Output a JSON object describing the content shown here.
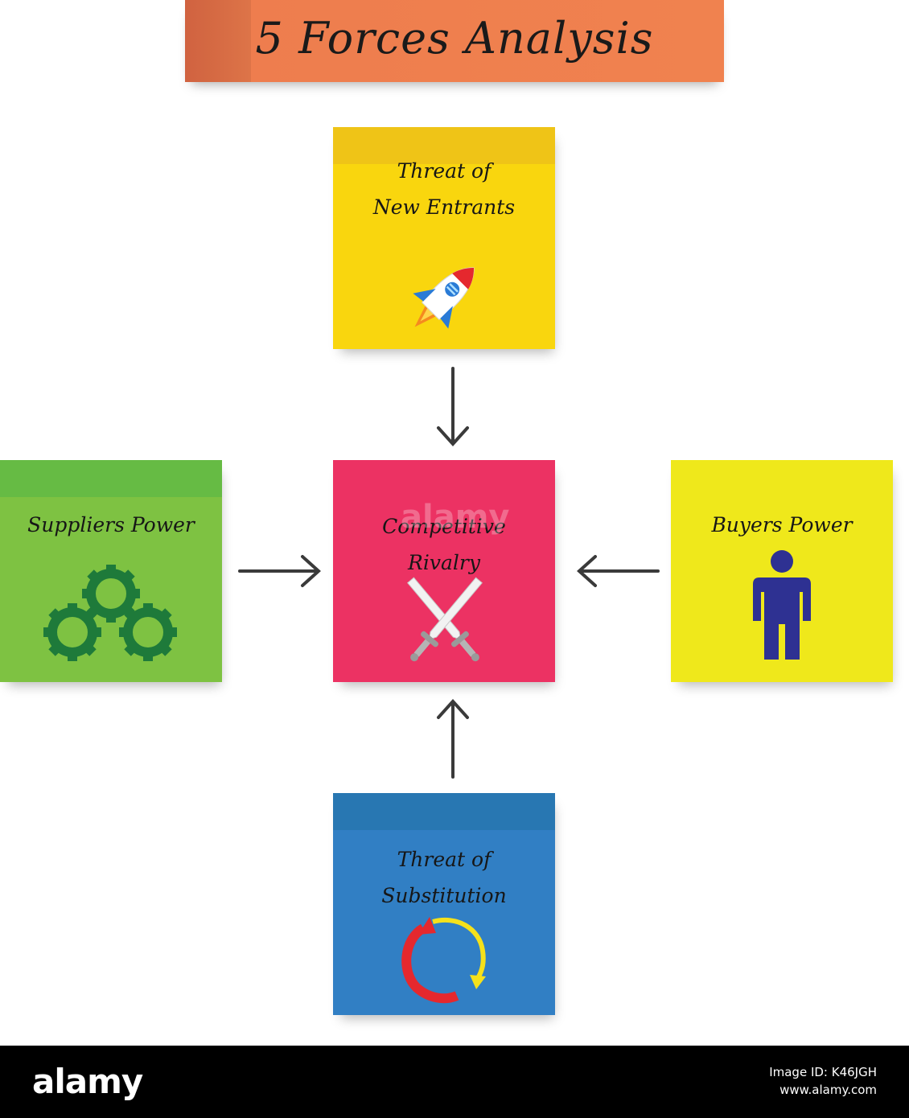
{
  "title": "5 Forces Analysis",
  "notes": {
    "new_entrants": {
      "label": "Threat of\nNew Entrants",
      "color": "#f9d60e",
      "band": "#efc417",
      "icon": "rocket-icon"
    },
    "rivalry": {
      "label": "Competitive\nRivalry",
      "color": "#ec3263",
      "band": "#ec3263",
      "icon": "crossed-swords-icon"
    },
    "suppliers": {
      "label": "Suppliers Power",
      "color": "#7ec242",
      "band": "#66bb44",
      "icon": "gears-icon"
    },
    "buyers": {
      "label": "Buyers Power",
      "color": "#efe81b",
      "band": "#efe81b",
      "icon": "person-icon"
    },
    "substitution": {
      "label": "Threat of\nSubstitution",
      "color": "#317fc4",
      "band": "#2877b2",
      "icon": "cycle-arrows-icon"
    }
  },
  "watermark": "alamy",
  "footer": {
    "logo": "alamy",
    "image_id": "Image ID: K46JGH",
    "site": "www.alamy.com"
  }
}
